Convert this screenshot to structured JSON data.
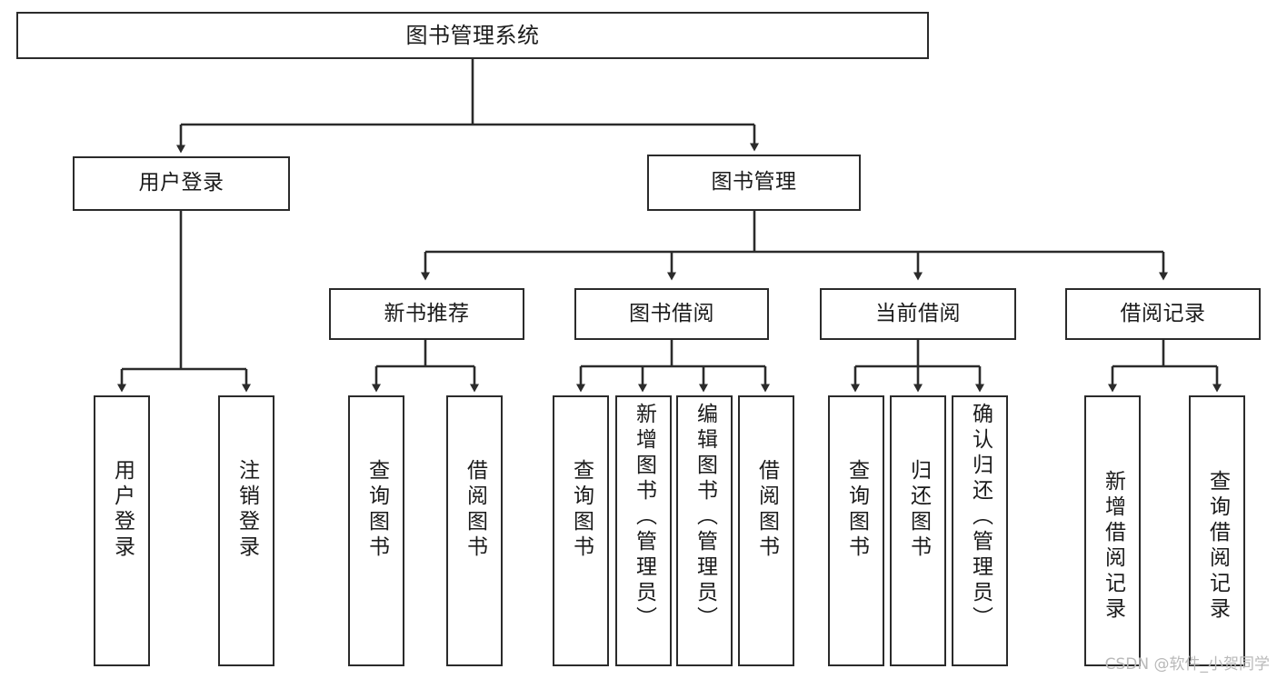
{
  "diagram": {
    "title": "图书管理系统",
    "watermark": "CSDN @软件_小贺同学",
    "line_color": "#2b2b2b",
    "box_fill": "#ffffff",
    "text_color": "#1b1b1b",
    "watermark_color": "#b9b9b9"
  },
  "root": {
    "label": "图书管理系统"
  },
  "level2": [
    {
      "label": "用户登录"
    },
    {
      "label": "图书管理"
    }
  ],
  "level3": [
    {
      "label": "新书推荐"
    },
    {
      "label": "图书借阅"
    },
    {
      "label": "当前借阅"
    },
    {
      "label": "借阅记录"
    }
  ],
  "leaves": {
    "user_login": [
      {
        "label": "用户登录"
      },
      {
        "label": "注销登录"
      }
    ],
    "new_book_recommend": [
      {
        "label": "查询图书"
      },
      {
        "label": "借阅图书"
      }
    ],
    "book_borrow": [
      {
        "label": "查询图书"
      },
      {
        "label": "新增图书（管理员）"
      },
      {
        "label": "编辑图书（管理员）"
      },
      {
        "label": "借阅图书"
      }
    ],
    "current_borrow": [
      {
        "label": "查询图书"
      },
      {
        "label": "归还图书"
      },
      {
        "label": "确认归还（管理员）"
      }
    ],
    "borrow_record": [
      {
        "label": "新增借阅记录"
      },
      {
        "label": "查询借阅记录"
      }
    ]
  }
}
